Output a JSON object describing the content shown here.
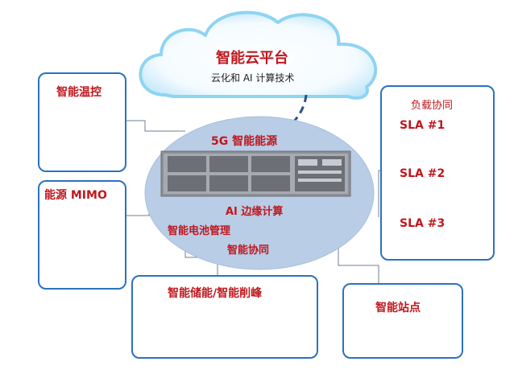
{
  "cloud": {
    "title": "智能云平台",
    "subtitle": "云化和 AI 计算技术"
  },
  "hub": {
    "power_label": "5G 智能能源",
    "ai_edge_label": "AI 边缘计算",
    "battery_label": "智能电池管理",
    "coordination_label": "智能协同"
  },
  "temperature_panel": {
    "title": "智能温控"
  },
  "mimo_panel": {
    "title": "能源 MIMO"
  },
  "load_panel": {
    "title": "负载协同",
    "items": [
      {
        "label": "SLA #1"
      },
      {
        "label": "SLA #2"
      },
      {
        "label": "SLA #3"
      }
    ]
  },
  "storage_panel": {
    "title": "智能储能/智能削峰"
  },
  "site_panel": {
    "title": "智能站点"
  },
  "colors": {
    "accent_blue": "#2b72c0",
    "title_red": "#c0171e",
    "hub_fill": "#b9cde6",
    "cloud_edge": "#8fd4f2",
    "wifi_blue": "#2c7fd2"
  }
}
